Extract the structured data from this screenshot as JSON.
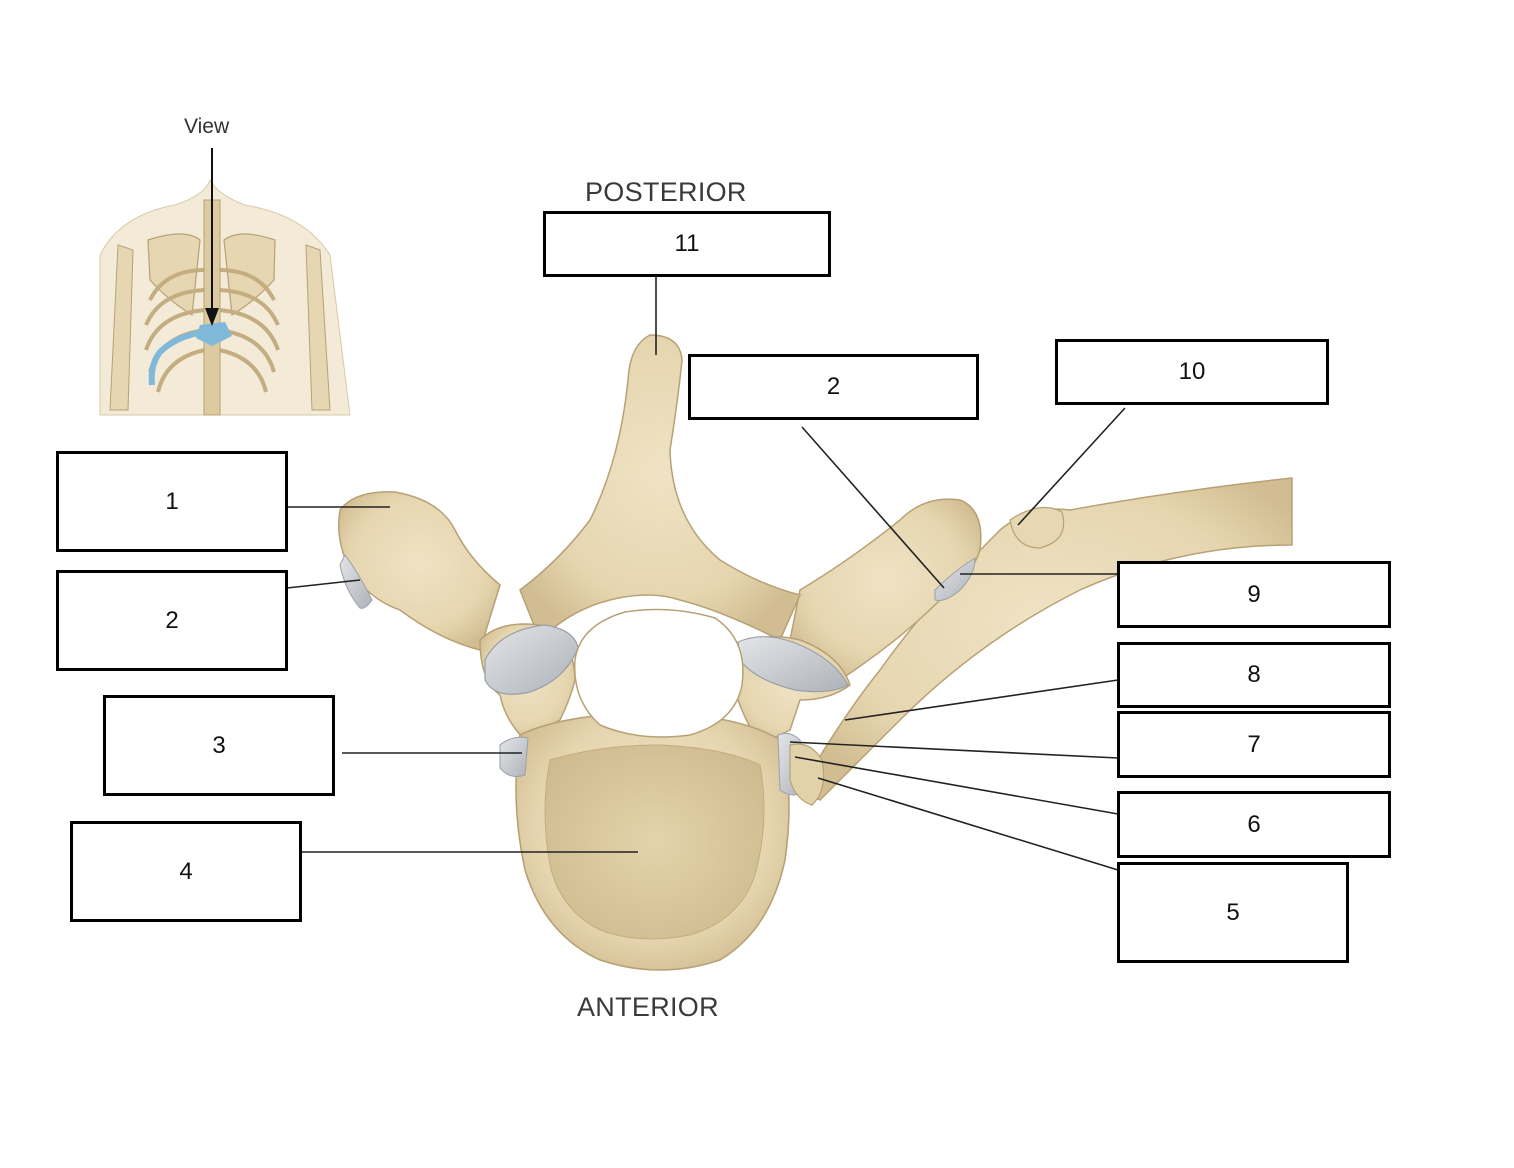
{
  "orientation": {
    "top": "POSTERIOR",
    "bottom": "ANTERIOR"
  },
  "inset": {
    "view_label": "View"
  },
  "labels": [
    {
      "id": "label-1",
      "text": "1"
    },
    {
      "id": "label-2-left",
      "text": "2"
    },
    {
      "id": "label-3",
      "text": "3"
    },
    {
      "id": "label-4",
      "text": "4"
    },
    {
      "id": "label-5",
      "text": "5"
    },
    {
      "id": "label-6",
      "text": "6"
    },
    {
      "id": "label-7",
      "text": "7"
    },
    {
      "id": "label-8",
      "text": "8"
    },
    {
      "id": "label-9",
      "text": "9"
    },
    {
      "id": "label-10",
      "text": "10"
    },
    {
      "id": "label-2-right",
      "text": "2"
    },
    {
      "id": "label-11",
      "text": "11"
    }
  ],
  "colors": {
    "bone": "#e8d9b6",
    "bone_shade": "#cdb98f",
    "bone_outline": "#b7a175",
    "cartilage": "#c9ccd1",
    "highlight": "#7fb8d8"
  }
}
